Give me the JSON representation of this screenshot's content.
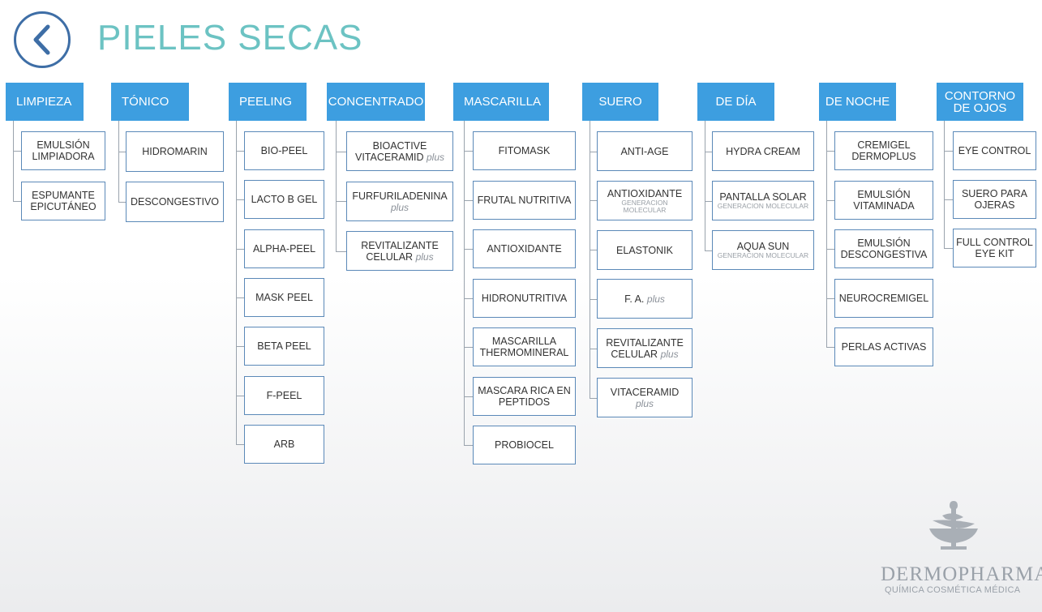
{
  "title": "PIELES SECAS",
  "brand": {
    "name": "DERMOPHARMA",
    "mark": "®",
    "tagline": "QUÍMICA COSMÉTICA MÉDICA"
  },
  "columns": [
    {
      "label": "LIMPIEZA",
      "items": [
        {
          "text": "EMULSIÓN LIMPIADORA"
        },
        {
          "text": "ESPUMANTE EPICUTÁNEO"
        }
      ]
    },
    {
      "label": "TÓNICO",
      "items": [
        {
          "text": "HIDROMARIN"
        },
        {
          "text": "DESCONGESTIVO"
        }
      ]
    },
    {
      "label": "PEELING",
      "items": [
        {
          "text": "BIO-PEEL"
        },
        {
          "text": "LACTO B GEL"
        },
        {
          "text": "ALPHA-PEEL"
        },
        {
          "text": "MASK PEEL"
        },
        {
          "text": "BETA PEEL"
        },
        {
          "text": "F-PEEL"
        },
        {
          "text": "ARB"
        }
      ]
    },
    {
      "label": "CONCENTRADO",
      "items": [
        {
          "text": "BIOACTIVE VITACERAMID",
          "suffix": "plus"
        },
        {
          "text": "FURFURILADENINA",
          "sub": "plus"
        },
        {
          "text": "REVITALIZANTE CELULAR",
          "suffix": "plus"
        }
      ]
    },
    {
      "label": "MASCARILLA",
      "items": [
        {
          "text": "FITOMASK"
        },
        {
          "text": "FRUTAL NUTRITIVA"
        },
        {
          "text": "ANTIOXIDANTE"
        },
        {
          "text": "HIDRONUTRITIVA"
        },
        {
          "text": "MASCARILLA THERMOMINERAL"
        },
        {
          "text": "MASCARA RICA EN PEPTIDOS"
        },
        {
          "text": "PROBIOCEL"
        }
      ]
    },
    {
      "label": "SUERO",
      "items": [
        {
          "text": "ANTI-AGE"
        },
        {
          "text": "ANTIOXIDANTE",
          "small": "GENERACION MOLECULAR"
        },
        {
          "text": "ELASTONIK"
        },
        {
          "text": "F. A.",
          "suffix": "plus"
        },
        {
          "text": "REVITALIZANTE CELULAR",
          "suffix": "plus"
        },
        {
          "text": "VITACERAMID",
          "sub": "plus"
        }
      ]
    },
    {
      "label": "DE DÍA",
      "items": [
        {
          "text": "HYDRA CREAM"
        },
        {
          "text": "PANTALLA SOLAR",
          "small": "GENERACION MOLECULAR"
        },
        {
          "text": "AQUA SUN",
          "small": "GENERACION MOLECULAR"
        }
      ]
    },
    {
      "label": "DE NOCHE",
      "items": [
        {
          "text": "CREMIGEL DERMOPLUS"
        },
        {
          "text": "EMULSIÓN VITAMINADA"
        },
        {
          "text": "EMULSIÓN DESCONGESTIVA"
        },
        {
          "text": "NEUROCREMIGEL"
        },
        {
          "text": "PERLAS ACTIVAS"
        }
      ]
    },
    {
      "label": "CONTORNO DE OJOS",
      "items": [
        {
          "text": "EYE CONTROL"
        },
        {
          "text": "SUERO PARA OJERAS"
        },
        {
          "text": "FULL CONTROL EYE KIT"
        }
      ]
    }
  ]
}
